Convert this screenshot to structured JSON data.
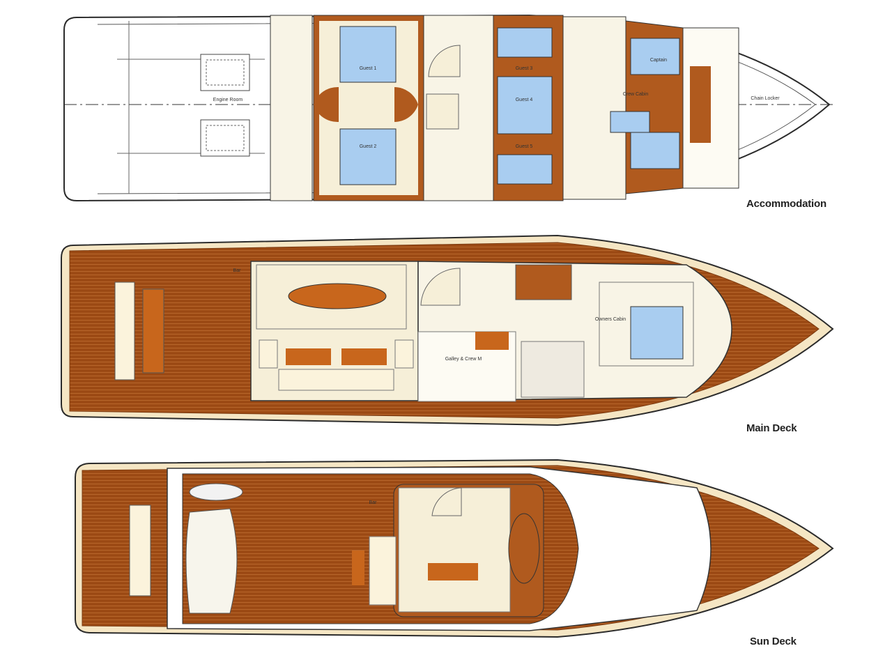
{
  "decks": [
    {
      "id": "accommodation",
      "label": "Accommodation"
    },
    {
      "id": "main",
      "label": "Main Deck"
    },
    {
      "id": "sun",
      "label": "Sun Deck"
    }
  ],
  "room_labels": {
    "engine_room": "Engine Room",
    "guest_1": "Guest 1",
    "guest_2": "Guest 2",
    "guest_3": "Guest 3",
    "guest_4": "Guest 4",
    "guest_5": "Guest 5",
    "crew_cabin": "Crew Cabin",
    "captain": "Captain",
    "chain_locker": "Chain Locker",
    "owners_cabin": "Owners Cabin",
    "galley_crew": "Galley & Crew M",
    "bar_main": "Bar",
    "bar_sun": "Bar"
  },
  "colors": {
    "teak": "#9c4a14",
    "teak_line": "#b86a34",
    "wood_trim": "#b05a1e",
    "cream": "#f6efd8",
    "hull_outline": "#2b2b2b",
    "bed_blue": "#a9cdf0",
    "cushion": "#fbf3dc",
    "furniture": "#c8661c",
    "white_hull": "#ffffff"
  }
}
